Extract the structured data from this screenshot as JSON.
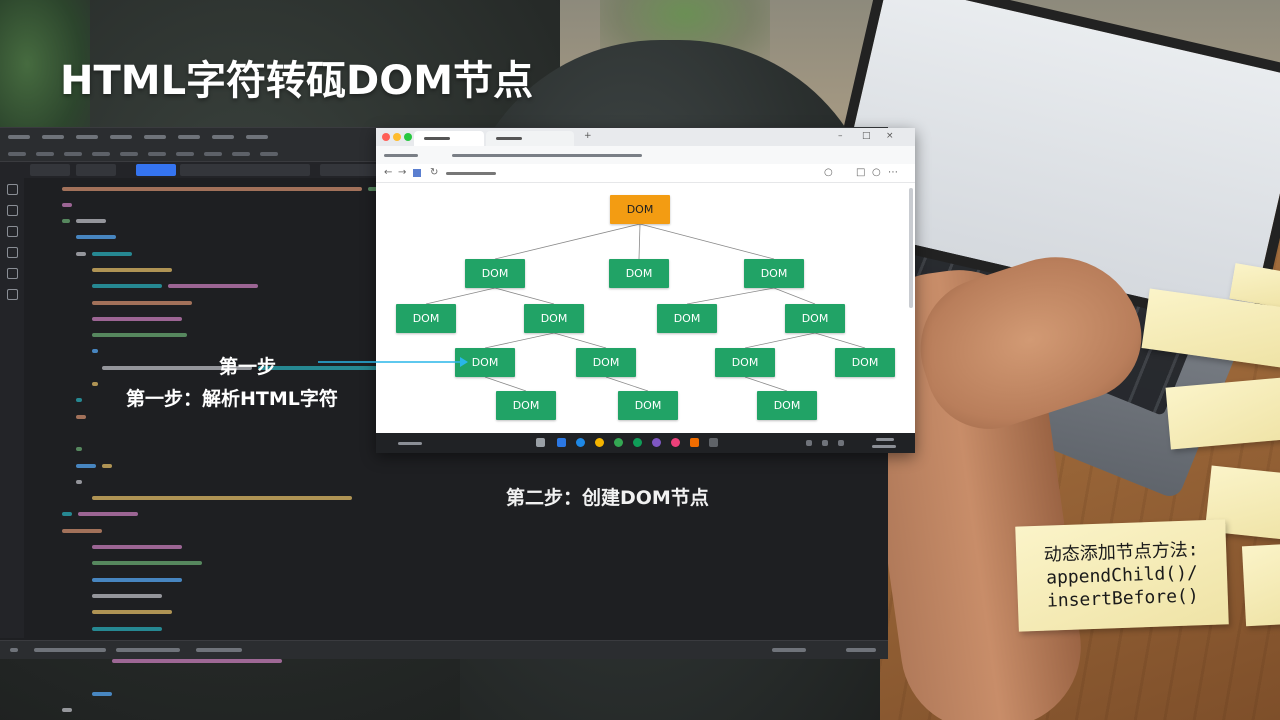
{
  "title": "HTML字符转砙DOM节点",
  "labels": {
    "step1_short": "第一步",
    "step1_full": "第一步：解析HTML字符",
    "step2": "第二步：创建DOM节点"
  },
  "sticky_note": {
    "lines": [
      "动态添加节点方法:",
      "appendChild()/",
      "insertBefore()"
    ]
  },
  "dom_tree": {
    "node_label": "DOM",
    "root_color": "#f39c12",
    "node_color": "#21a366"
  },
  "colors": {
    "ide_background": "#1e1f22",
    "active_tab": "#3574f0",
    "arrow": "#29b6e8",
    "title_text": "#ffffff"
  },
  "icons": [
    "file-icon",
    "search-icon",
    "git-icon",
    "debug-icon",
    "extensions-icon",
    "settings-icon"
  ]
}
